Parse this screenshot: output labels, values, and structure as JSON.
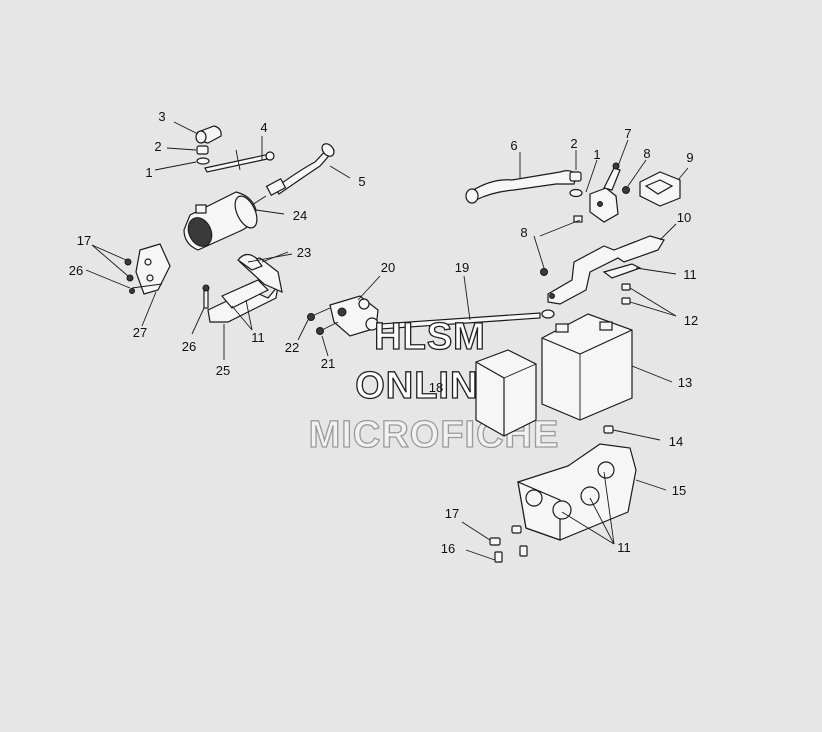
{
  "colors": {
    "background": "#e6e6e6",
    "ink": "#1a1a1a",
    "watermark_outline": "#222222",
    "watermark_grey": "#9a9a9a"
  },
  "watermark": {
    "line1": "HLSM",
    "line2": "ONLINE",
    "line3": "MICROFICHE"
  },
  "callouts": [
    {
      "id": "c3",
      "label": "3"
    },
    {
      "id": "c4",
      "label": "4"
    },
    {
      "id": "c2a",
      "label": "2"
    },
    {
      "id": "c1a",
      "label": "1"
    },
    {
      "id": "c5",
      "label": "5"
    },
    {
      "id": "c24",
      "label": "24"
    },
    {
      "id": "c17a",
      "label": "17"
    },
    {
      "id": "c26a",
      "label": "26"
    },
    {
      "id": "c27",
      "label": "27"
    },
    {
      "id": "c23",
      "label": "23"
    },
    {
      "id": "c26b",
      "label": "26"
    },
    {
      "id": "c11a",
      "label": "11"
    },
    {
      "id": "c25",
      "label": "25"
    },
    {
      "id": "c20",
      "label": "20"
    },
    {
      "id": "c22",
      "label": "22"
    },
    {
      "id": "c21",
      "label": "21"
    },
    {
      "id": "c19",
      "label": "19"
    },
    {
      "id": "c18",
      "label": "18"
    },
    {
      "id": "c6",
      "label": "6"
    },
    {
      "id": "c2b",
      "label": "2"
    },
    {
      "id": "c7",
      "label": "7"
    },
    {
      "id": "c1b",
      "label": "1"
    },
    {
      "id": "c8a",
      "label": "8"
    },
    {
      "id": "c9",
      "label": "9"
    },
    {
      "id": "c10",
      "label": "10"
    },
    {
      "id": "c8b",
      "label": "8"
    },
    {
      "id": "c11b",
      "label": "11"
    },
    {
      "id": "c12",
      "label": "12"
    },
    {
      "id": "c13",
      "label": "13"
    },
    {
      "id": "c14",
      "label": "14"
    },
    {
      "id": "c15",
      "label": "15"
    },
    {
      "id": "c17b",
      "label": "17"
    },
    {
      "id": "c16",
      "label": "16"
    },
    {
      "id": "c11c",
      "label": "11"
    }
  ]
}
